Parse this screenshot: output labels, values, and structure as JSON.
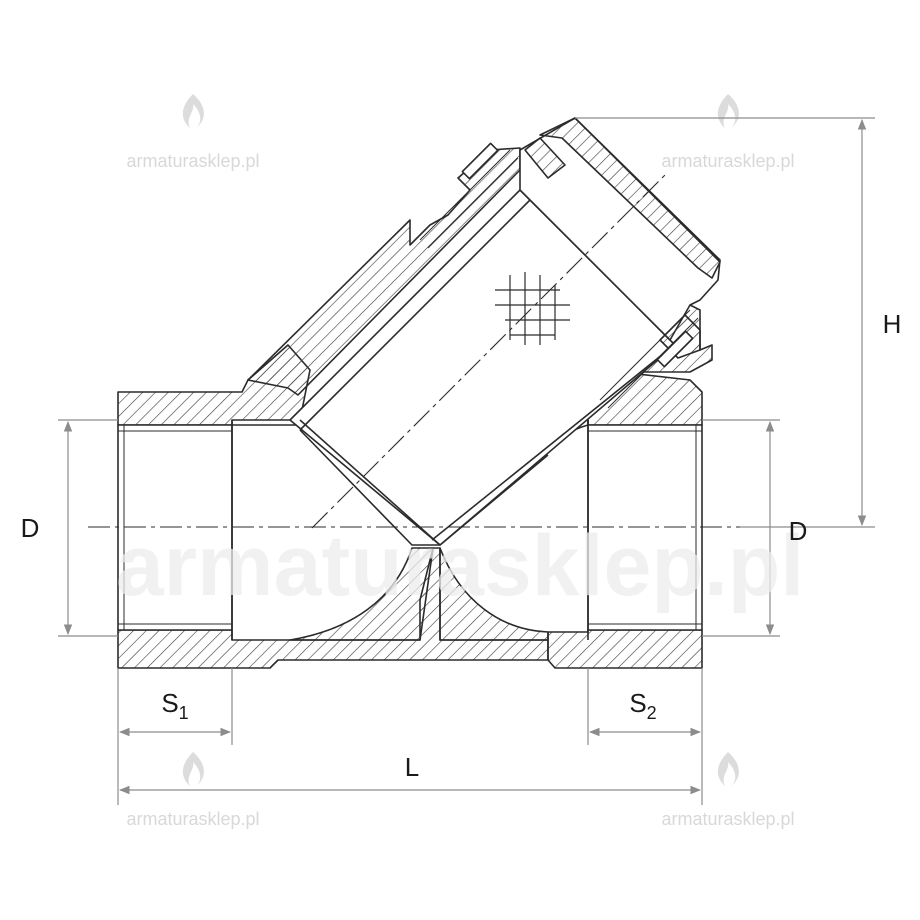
{
  "watermark": {
    "text": "armaturasklep.pl",
    "brand_color": "#d6d6d6"
  },
  "dimensions": {
    "D_left": "D",
    "D_right": "D",
    "H": "H",
    "L": "L",
    "S1": "S",
    "S1_sub": "1",
    "S2": "S",
    "S2_sub": "2"
  },
  "colors": {
    "line": "#2b2b2b",
    "dim_line": "#8c8c8c",
    "hatch": "#3a3a3a"
  }
}
